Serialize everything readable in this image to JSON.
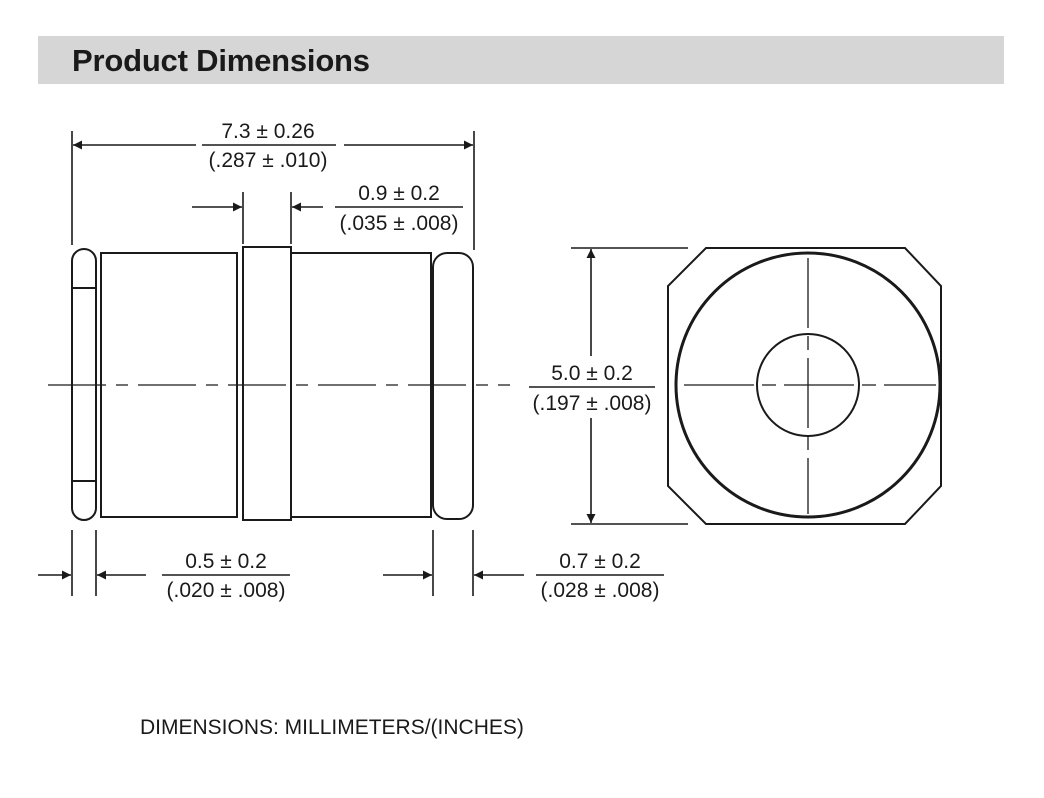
{
  "header": {
    "title": "Product Dimensions"
  },
  "dimensions": {
    "overall_length": {
      "mm": "7.3 ± 0.26",
      "inch": "(.287 ± .010)"
    },
    "band_width": {
      "mm": "0.9 ± 0.2",
      "inch": "(.035 ± .008)"
    },
    "height": {
      "mm": "5.0 ± 0.2",
      "inch": "(.197 ± .008)"
    },
    "left_terminal": {
      "mm": "0.5 ± 0.2",
      "inch": "(.020 ± .008)"
    },
    "right_terminal": {
      "mm": "0.7 ± 0.2",
      "inch": "(.028 ± .008)"
    }
  },
  "footer": {
    "units_note": "DIMENSIONS: MILLIMETERS/(INCHES)"
  },
  "colors": {
    "line": "#1a1a1a",
    "title_bar": "#d6d6d6",
    "background": "#ffffff"
  }
}
